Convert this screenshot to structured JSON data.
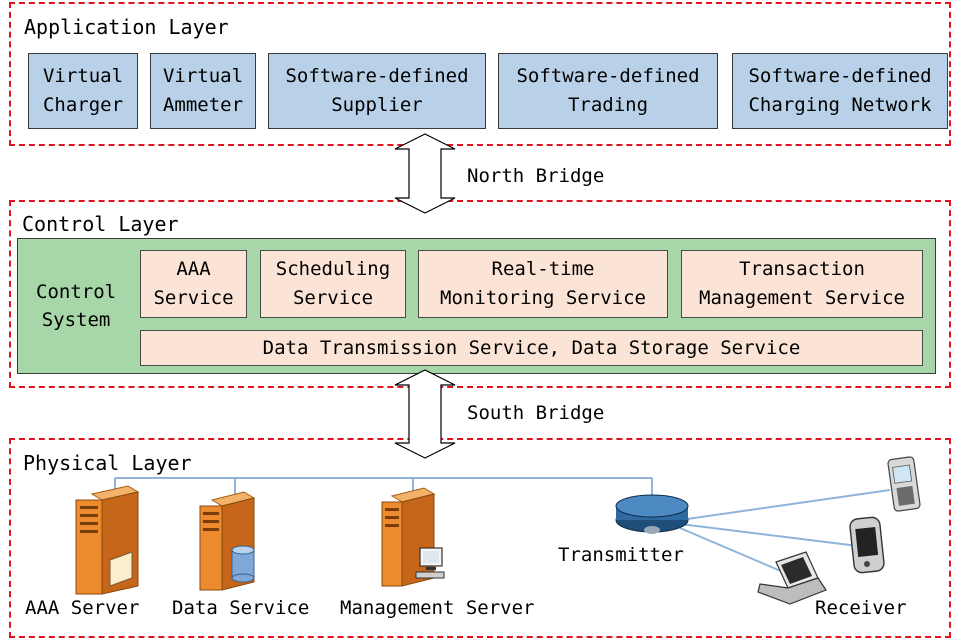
{
  "application_layer": {
    "title": "Application Layer",
    "boxes": [
      {
        "label": "Virtual\nCharger"
      },
      {
        "label": "Virtual\nAmmeter"
      },
      {
        "label": "Software-defined\nSupplier"
      },
      {
        "label": "Software-defined\nTrading"
      },
      {
        "label": "Software-defined\nCharging Network"
      }
    ]
  },
  "north_bridge": {
    "label": "North Bridge"
  },
  "control_layer": {
    "title": "Control Layer",
    "system_label": "Control\nSystem",
    "services": [
      {
        "label": "AAA\nService"
      },
      {
        "label": "Scheduling\nService"
      },
      {
        "label": "Real-time\nMonitoring Service"
      },
      {
        "label": "Transaction\nManagement Service"
      }
    ],
    "data_service": "Data Transmission Service, Data Storage Service"
  },
  "south_bridge": {
    "label": "South Bridge"
  },
  "physical_layer": {
    "title": "Physical Layer",
    "nodes": {
      "aaa_server": "AAA Server",
      "data_service": "Data Service",
      "management_server": "Management Server",
      "transmitter": "Transmitter",
      "receiver": "Receiver"
    }
  },
  "colors": {
    "layer_border": "#e0141e",
    "app_box": "#b9d1e8",
    "service_box": "#fbe4d6",
    "control_system": "#a7d6a9",
    "bus_line": "#8fb4dc",
    "server_body": "#e8862a"
  },
  "icons": [
    "server-icon",
    "database-icon",
    "monitor-icon",
    "router-icon",
    "mobile-phone-icon",
    "pda-icon",
    "laptop-icon",
    "double-arrow-icon"
  ]
}
